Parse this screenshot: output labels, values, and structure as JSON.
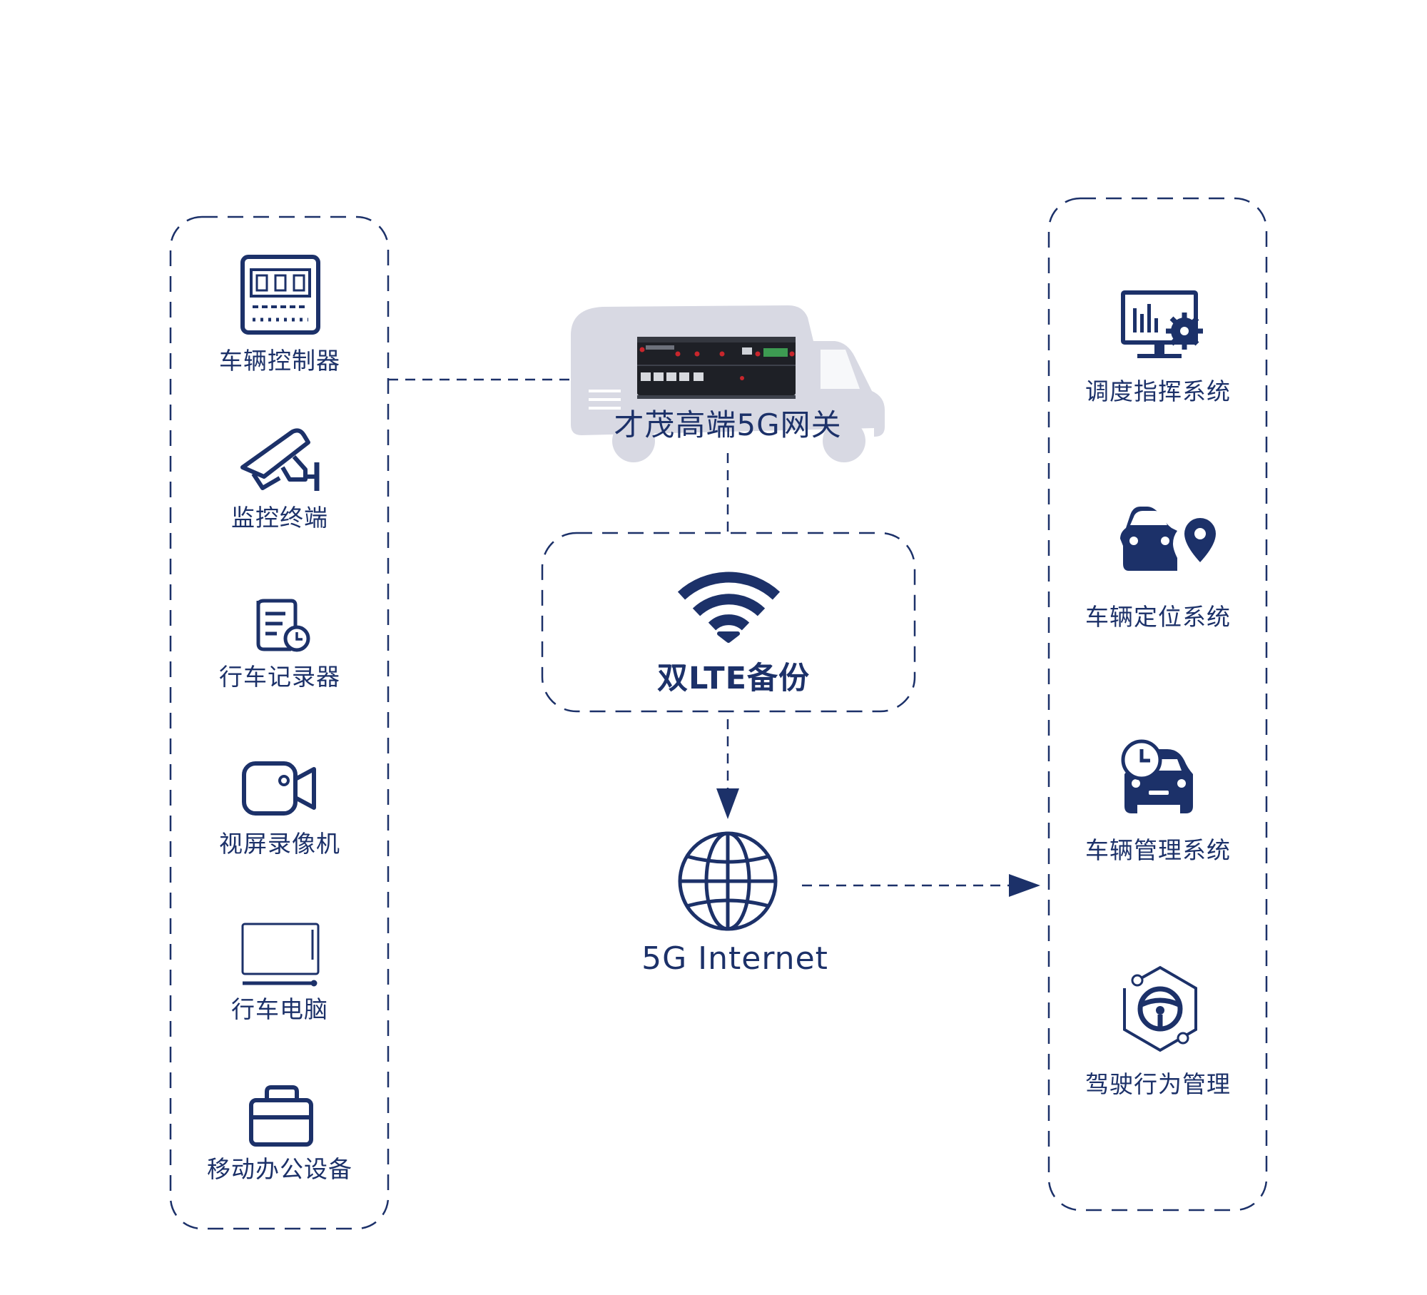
{
  "colors": {
    "primary": "#1c3169",
    "vehicle_silhouette": "#d8d9e3"
  },
  "left_panel": {
    "items": [
      {
        "label": "车辆控制器",
        "icon": "controller-icon"
      },
      {
        "label": "监控终端",
        "icon": "cctv-camera-icon"
      },
      {
        "label": "行车记录器",
        "icon": "recorder-document-icon"
      },
      {
        "label": "视屏录像机",
        "icon": "video-camera-icon"
      },
      {
        "label": "行车电脑",
        "icon": "monitor-icon"
      },
      {
        "label": "移动办公设备",
        "icon": "briefcase-icon"
      }
    ]
  },
  "gateway": {
    "label": "才茂高端5G网关",
    "icon": "5g-gateway-router-icon"
  },
  "lte_backup": {
    "label": "双LTE备份",
    "icon": "wifi-signal-icon"
  },
  "internet": {
    "label": "5G Internet",
    "icon": "globe-icon"
  },
  "right_panel": {
    "items": [
      {
        "label": "调度指挥系统",
        "icon": "dispatch-monitor-icon"
      },
      {
        "label": "车辆定位系统",
        "icon": "car-location-icon"
      },
      {
        "label": "车辆管理系统",
        "icon": "car-clock-icon"
      },
      {
        "label": "驾驶行为管理",
        "icon": "steering-wheel-icon"
      }
    ]
  }
}
